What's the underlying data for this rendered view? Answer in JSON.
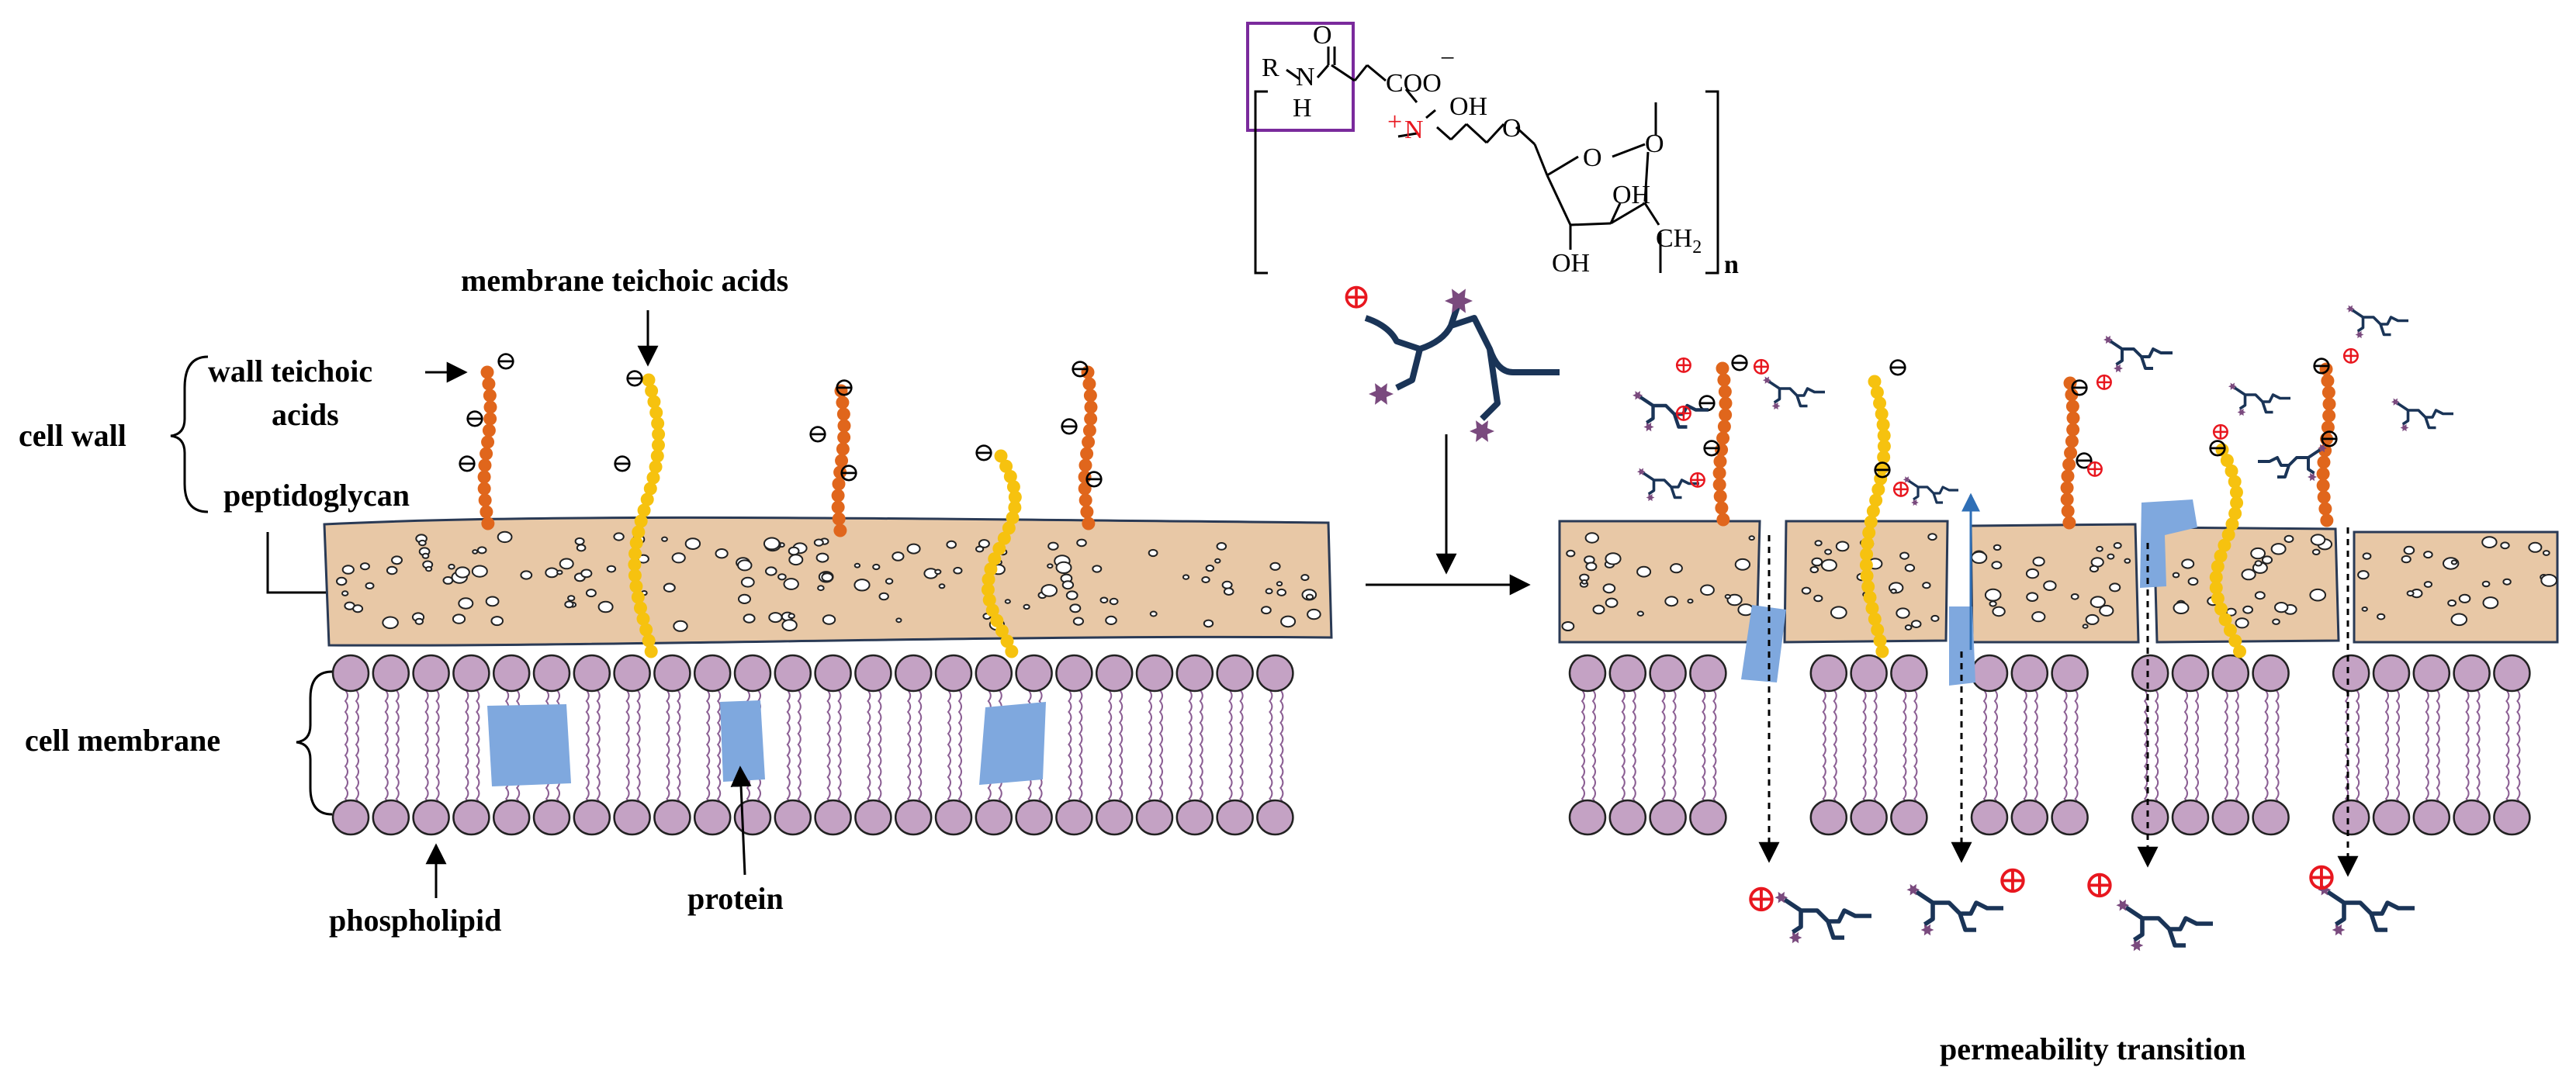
{
  "labels": {
    "membrane_teichoic_acids": "membrane teichoic acids",
    "wall_teichoic_line1": "wall teichoic",
    "wall_teichoic_line2": "acids",
    "cell_wall": "cell wall",
    "peptidoglycan": "peptidoglycan",
    "cell_membrane": "cell membrane",
    "phospholipid": "phospholipid",
    "protein": "protein",
    "permeability_transition": "permeability transition"
  },
  "structure": {
    "r_group": "R",
    "n_amide": "N",
    "h_amide": "H",
    "o_carbonyl": "O",
    "carboxylate": "COO",
    "carboxylate_charge": "−",
    "n_plus_charge": "+",
    "n_quaternary": "N",
    "oh_chain": "OH",
    "o_ether": "O",
    "o_ring": "O",
    "oh_ring_right": "OH",
    "oh_ring_bottom": "OH",
    "ch2": "CH",
    "ch2_sub": "2",
    "o_top": "O",
    "repeat_n": "n"
  },
  "charges": {
    "negative": "⊖",
    "positive": "⊕"
  },
  "colors": {
    "peptidoglycan_fill": "#e8c8a6",
    "phospholipid_head": "#c4a2c4",
    "lipid_tail": "#8b5e93",
    "protein": "#7fa8de",
    "wall_teichoic_acid": "#e0661c",
    "membrane_teichoic_acid": "#f6c20f",
    "polymer_chain": "#1a3457",
    "polymer_star": "#7a4a7e",
    "positive_charge": "#e8171f",
    "highlight_box": "#7a2a9c",
    "flow_arrow": "#2f6fb6"
  }
}
